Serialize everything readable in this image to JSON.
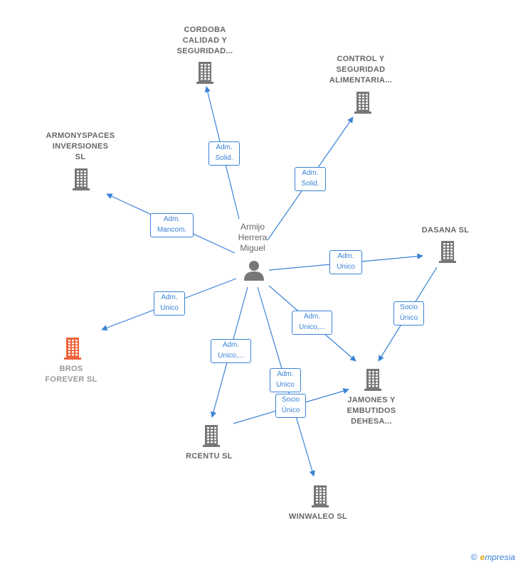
{
  "diagram": {
    "center": {
      "label": "Armijo\nHerrera\nMiguel"
    },
    "nodes": [
      {
        "id": "cordoba",
        "label": "CORDOBA\nCALIDAD Y\nSEGURIDAD...",
        "highlight": false
      },
      {
        "id": "control",
        "label": "CONTROL Y\nSEGURIDAD\nALIMENTARIA...",
        "highlight": false
      },
      {
        "id": "armony",
        "label": "ARMONYSPACES\nINVERSIONES\nSL",
        "highlight": false
      },
      {
        "id": "dasana",
        "label": "DASANA SL",
        "highlight": false
      },
      {
        "id": "bros",
        "label": "BROS\nFOREVER SL",
        "highlight": true
      },
      {
        "id": "jamones",
        "label": "JAMONES Y\nEMBUTIDOS\nDEHESA...",
        "highlight": false
      },
      {
        "id": "rcentu",
        "label": "RCENTU SL",
        "highlight": false
      },
      {
        "id": "winwaleo",
        "label": "WINWALEO SL",
        "highlight": false
      }
    ],
    "edges": [
      {
        "from": "center",
        "to": "cordoba",
        "label": "Adm.\nSolid."
      },
      {
        "from": "center",
        "to": "control",
        "label": "Adm.\nSolid."
      },
      {
        "from": "center",
        "to": "armony",
        "label": "Adm.\nMancom."
      },
      {
        "from": "center",
        "to": "dasana",
        "label": "Adm.\nUnico"
      },
      {
        "from": "center",
        "to": "bros",
        "label": "Adm.\nUnico"
      },
      {
        "from": "center",
        "to": "jamones",
        "label": "Adm.\nUnico,..."
      },
      {
        "from": "center",
        "to": "rcentu",
        "label": "Adm.\nUnico,..."
      },
      {
        "from": "center",
        "to": "winwaleo",
        "label": "Adm.\nUnico"
      },
      {
        "from": "dasana",
        "to": "jamones",
        "label": "Socio\nÚnico"
      },
      {
        "from": "rcentu",
        "to": "jamones",
        "label": "Socio\nÚnico"
      }
    ]
  },
  "colors": {
    "edge": "#3a82d6",
    "building": "#777777",
    "building_highlight": "#f0623a",
    "label": "#666666"
  },
  "icons": {
    "company": "building-icon",
    "person": "person-icon"
  },
  "footer": {
    "copyright": "©",
    "brand_initial": "e",
    "brand_rest": "mpresia"
  }
}
